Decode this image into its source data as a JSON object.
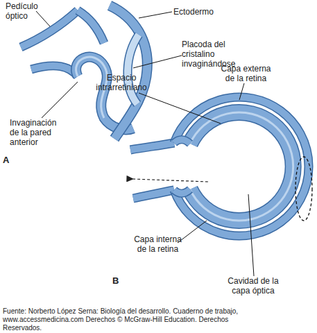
{
  "diagram": {
    "caption": "Fuente: Norberto López Serna: Biología del desarrollo. Cuaderno de trabajo, www.accessmedicina.com Derechos © McGraw-Hill Education. Derechos Reservados.",
    "labels": [
      "Pedículo óptico",
      "Ectodermo",
      "Placoda del cristalino invaginándose",
      "Invaginación de la pared anterior",
      "A",
      "Espacio intrarretiniano",
      "Capa externa de la retina",
      "B",
      "Capa interna de la retina",
      "Cavidad de la capa óptica"
    ]
  }
}
